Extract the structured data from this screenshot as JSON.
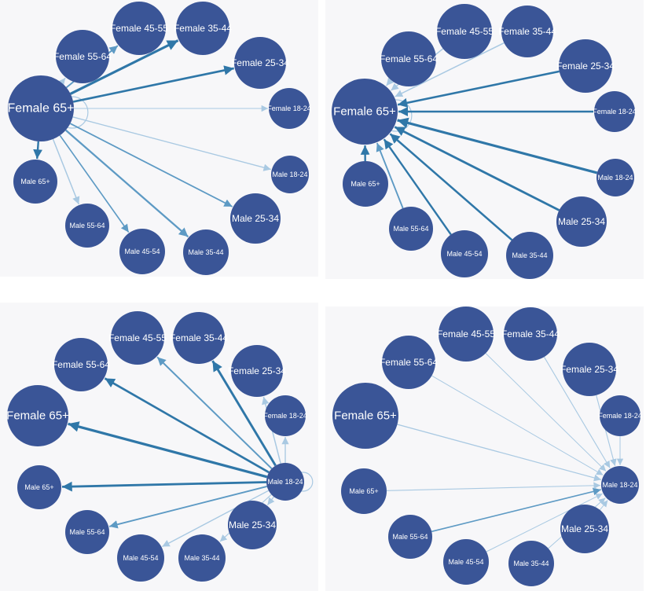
{
  "nodes": [
    "Female 65+",
    "Female 55-64",
    "Female 45-55",
    "Female 35-44",
    "Female 25-34",
    "Female 18-24",
    "Male 18-24",
    "Male 25-34",
    "Male 35-44",
    "Male 45-54",
    "Male 55-64",
    "Male 65+"
  ],
  "colors": {
    "node": "#3a5597",
    "edge_strong": "#2f77a8",
    "edge_medium": "#5d9ac4",
    "edge_light": "#a9c9e2",
    "panel_background": "#f7f7f9"
  },
  "panels": [
    {
      "id": "outgoing-female-65",
      "focus": "Female 65+",
      "direction": "outgoing",
      "self_loop": true,
      "edges": [
        {
          "to": "Female 55-64",
          "weight": 0.35
        },
        {
          "to": "Female 45-55",
          "weight": 0.5
        },
        {
          "to": "Female 35-44",
          "weight": 1.0
        },
        {
          "to": "Female 25-34",
          "weight": 0.8
        },
        {
          "to": "Female 18-24",
          "weight": 0.15
        },
        {
          "to": "Male 18-24",
          "weight": 0.3
        },
        {
          "to": "Male 25-34",
          "weight": 0.45
        },
        {
          "to": "Male 35-44",
          "weight": 0.65
        },
        {
          "to": "Male 45-54",
          "weight": 0.4
        },
        {
          "to": "Male 55-64",
          "weight": 0.35
        },
        {
          "to": "Male 65+",
          "weight": 0.7
        }
      ]
    },
    {
      "id": "incoming-female-65",
      "focus": "Female 65+",
      "direction": "incoming",
      "self_loop": true,
      "edges": [
        {
          "from": "Female 55-64",
          "weight": 0.3
        },
        {
          "from": "Female 45-55",
          "weight": 0.3
        },
        {
          "from": "Female 35-44",
          "weight": 0.35
        },
        {
          "from": "Female 25-34",
          "weight": 0.75
        },
        {
          "from": "Female 18-24",
          "weight": 0.75
        },
        {
          "from": "Male 18-24",
          "weight": 1.0
        },
        {
          "from": "Male 25-34",
          "weight": 0.85
        },
        {
          "from": "Male 35-44",
          "weight": 0.75
        },
        {
          "from": "Male 45-54",
          "weight": 0.7
        },
        {
          "from": "Male 55-64",
          "weight": 0.5
        },
        {
          "from": "Male 65+",
          "weight": 0.7
        }
      ]
    },
    {
      "id": "outgoing-male-18",
      "focus": "Male 18-24",
      "direction": "outgoing",
      "self_loop": true,
      "edges": [
        {
          "to": "Female 65+",
          "weight": 1.0
        },
        {
          "to": "Female 55-64",
          "weight": 0.8
        },
        {
          "to": "Female 45-55",
          "weight": 0.55
        },
        {
          "to": "Female 35-44",
          "weight": 0.9
        },
        {
          "to": "Female 25-34",
          "weight": 0.35
        },
        {
          "to": "Female 18-24",
          "weight": 0.3
        },
        {
          "to": "Male 25-34",
          "weight": 0.25
        },
        {
          "to": "Male 35-44",
          "weight": 0.2
        },
        {
          "to": "Male 45-54",
          "weight": 0.3
        },
        {
          "to": "Male 55-64",
          "weight": 0.5
        },
        {
          "to": "Male 65+",
          "weight": 0.85
        }
      ]
    },
    {
      "id": "incoming-male-18",
      "focus": "Male 18-24",
      "direction": "incoming",
      "self_loop": false,
      "edges": [
        {
          "from": "Female 65+",
          "weight": 0.25
        },
        {
          "from": "Female 55-64",
          "weight": 0.15
        },
        {
          "from": "Female 45-55",
          "weight": 0.15
        },
        {
          "from": "Female 35-44",
          "weight": 0.2
        },
        {
          "from": "Female 25-34",
          "weight": 0.2
        },
        {
          "from": "Female 18-24",
          "weight": 0.15
        },
        {
          "from": "Male 25-34",
          "weight": 0.15
        },
        {
          "from": "Male 35-44",
          "weight": 0.15
        },
        {
          "from": "Male 45-54",
          "weight": 0.15
        },
        {
          "from": "Male 55-64",
          "weight": 0.4
        },
        {
          "from": "Male 65+",
          "weight": 0.2
        }
      ]
    }
  ]
}
